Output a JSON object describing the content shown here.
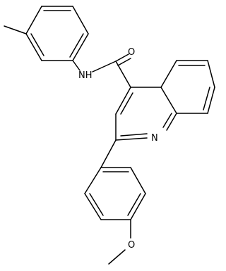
{
  "molecule": {
    "atoms": {
      "carbonyl_o": "O",
      "amide_nh": "NH",
      "ring_n": "N",
      "ether_o": "O"
    },
    "colors": {
      "bond": "#000000",
      "label": "#000000",
      "background": "#ffffff"
    }
  }
}
